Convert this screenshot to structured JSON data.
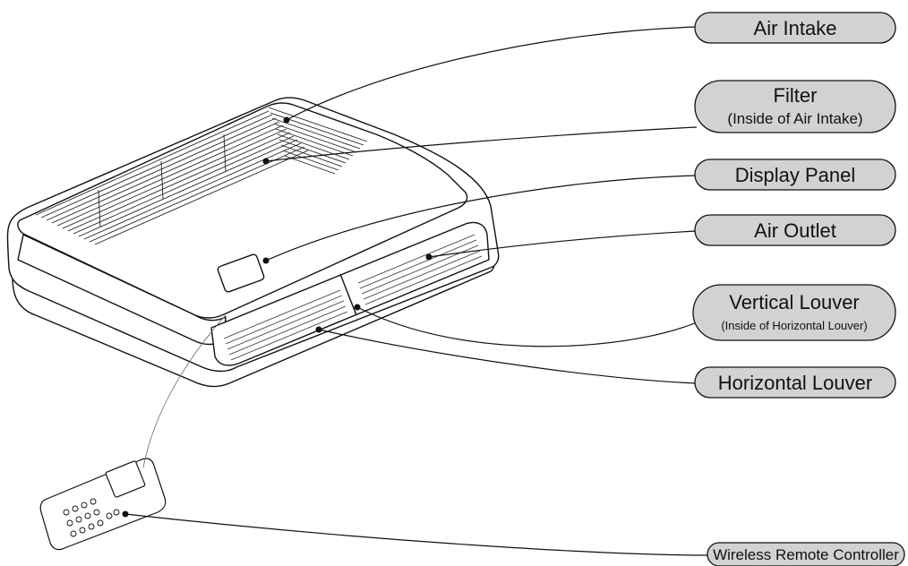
{
  "labels": [
    {
      "id": "air-intake",
      "lines": [
        "Air Intake"
      ]
    },
    {
      "id": "filter",
      "lines": [
        "Filter",
        "(Inside of Air Intake)"
      ]
    },
    {
      "id": "display-panel",
      "lines": [
        "Display Panel"
      ]
    },
    {
      "id": "air-outlet",
      "lines": [
        "Air Outlet"
      ]
    },
    {
      "id": "vertical-louver",
      "lines": [
        "Vertical Louver",
        "(Inside of Horizontal Louver)"
      ]
    },
    {
      "id": "horizontal-louver",
      "lines": [
        "Horizontal Louver"
      ]
    },
    {
      "id": "wireless-remote-controller",
      "lines": [
        "Wireless Remote Controller"
      ]
    }
  ],
  "colors": {
    "pill_fill": "#d2d2d2",
    "line": "#111111"
  }
}
